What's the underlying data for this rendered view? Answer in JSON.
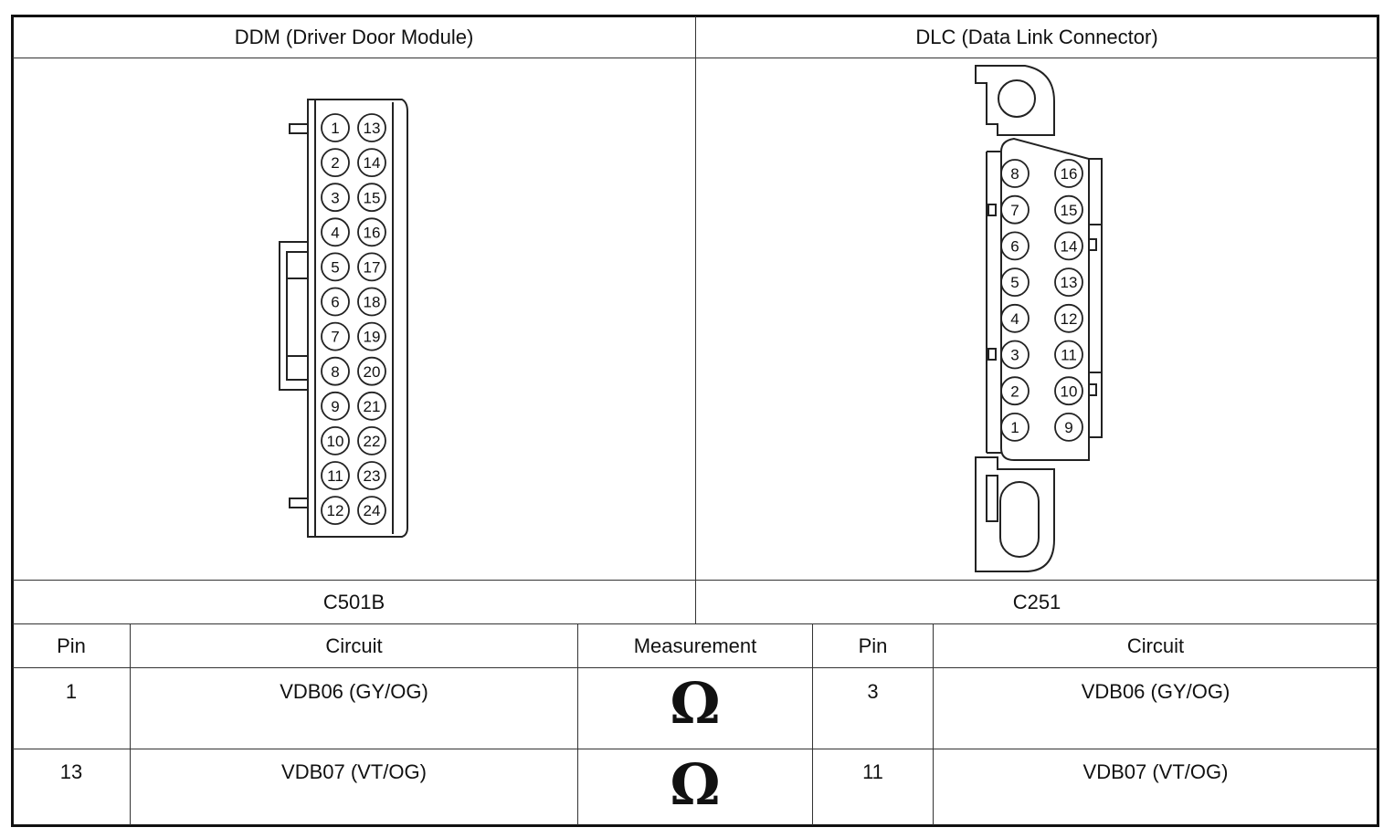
{
  "connectors": {
    "left": {
      "title": "DDM (Driver Door Module)",
      "id": "C501B",
      "pins_col1": [
        "1",
        "2",
        "3",
        "4",
        "5",
        "6",
        "7",
        "8",
        "9",
        "10",
        "11",
        "12"
      ],
      "pins_col2": [
        "13",
        "14",
        "15",
        "16",
        "17",
        "18",
        "19",
        "20",
        "21",
        "22",
        "23",
        "24"
      ]
    },
    "right": {
      "title": "DLC (Data Link Connector)",
      "id": "C251",
      "pins_col1": [
        "8",
        "7",
        "6",
        "5",
        "4",
        "3",
        "2",
        "1"
      ],
      "pins_col2": [
        "16",
        "15",
        "14",
        "13",
        "12",
        "11",
        "10",
        "9"
      ]
    }
  },
  "table": {
    "headers": [
      "Pin",
      "Circuit",
      "Measurement",
      "Pin",
      "Circuit"
    ],
    "rows": [
      {
        "pin_a": "1",
        "circuit_a": "VDB06 (GY/OG)",
        "measurement": "Ω",
        "pin_b": "3",
        "circuit_b": "VDB06 (GY/OG)"
      },
      {
        "pin_a": "13",
        "circuit_a": "VDB07 (VT/OG)",
        "measurement": "Ω",
        "pin_b": "11",
        "circuit_b": "VDB07 (VT/OG)"
      }
    ]
  }
}
